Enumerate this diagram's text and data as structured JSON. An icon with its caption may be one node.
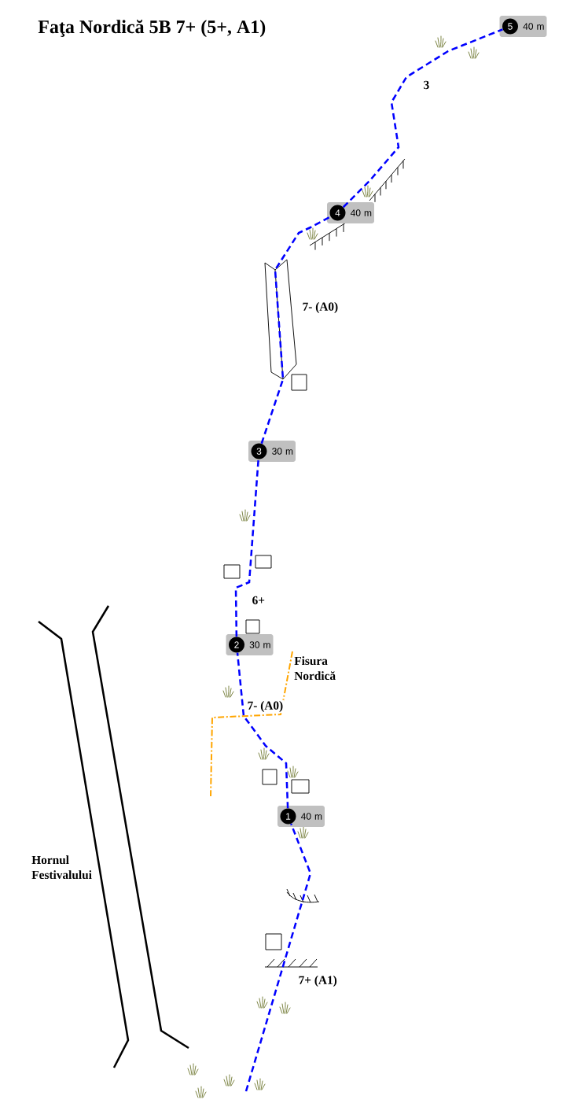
{
  "diagram": {
    "title": "Faţa Nordică 5B 7+ (5+, A1)",
    "nodes": [
      {
        "text": [
          "40 m"
        ]
      },
      {
        "text": [
          "1"
        ],
        "in": 0
      },
      {
        "text": [
          "30 m"
        ]
      },
      {
        "text": [
          "2"
        ],
        "in": 2
      },
      {
        "text": [
          "30 m"
        ]
      },
      {
        "text": [
          "3"
        ],
        "in": 4
      },
      {
        "text": [
          "40 m"
        ]
      },
      {
        "text": [
          "4"
        ],
        "in": 6
      },
      {
        "text": [
          "40 m"
        ]
      },
      {
        "text": [
          "5"
        ],
        "in": 8
      }
    ],
    "edges": [
      {
        "from": null,
        "to": 1,
        "arrow": "none",
        "style": "dashed",
        "label": "7+ (A1)"
      },
      {
        "from": 1,
        "to": 3,
        "arrow": "none",
        "style": "dashed",
        "label": "7- (A0)"
      },
      {
        "from": 3,
        "to": 5,
        "arrow": "none",
        "style": "dashed",
        "label": "6+"
      },
      {
        "from": 5,
        "to": 7,
        "arrow": "none",
        "style": "dashed",
        "label": "7- (A0)"
      },
      {
        "from": 7,
        "to": 9,
        "arrow": "none",
        "style": "dashed",
        "label": "3"
      }
    ],
    "labels": [
      "Fisura Nordică",
      "Hornul Festivalului"
    ]
  }
}
